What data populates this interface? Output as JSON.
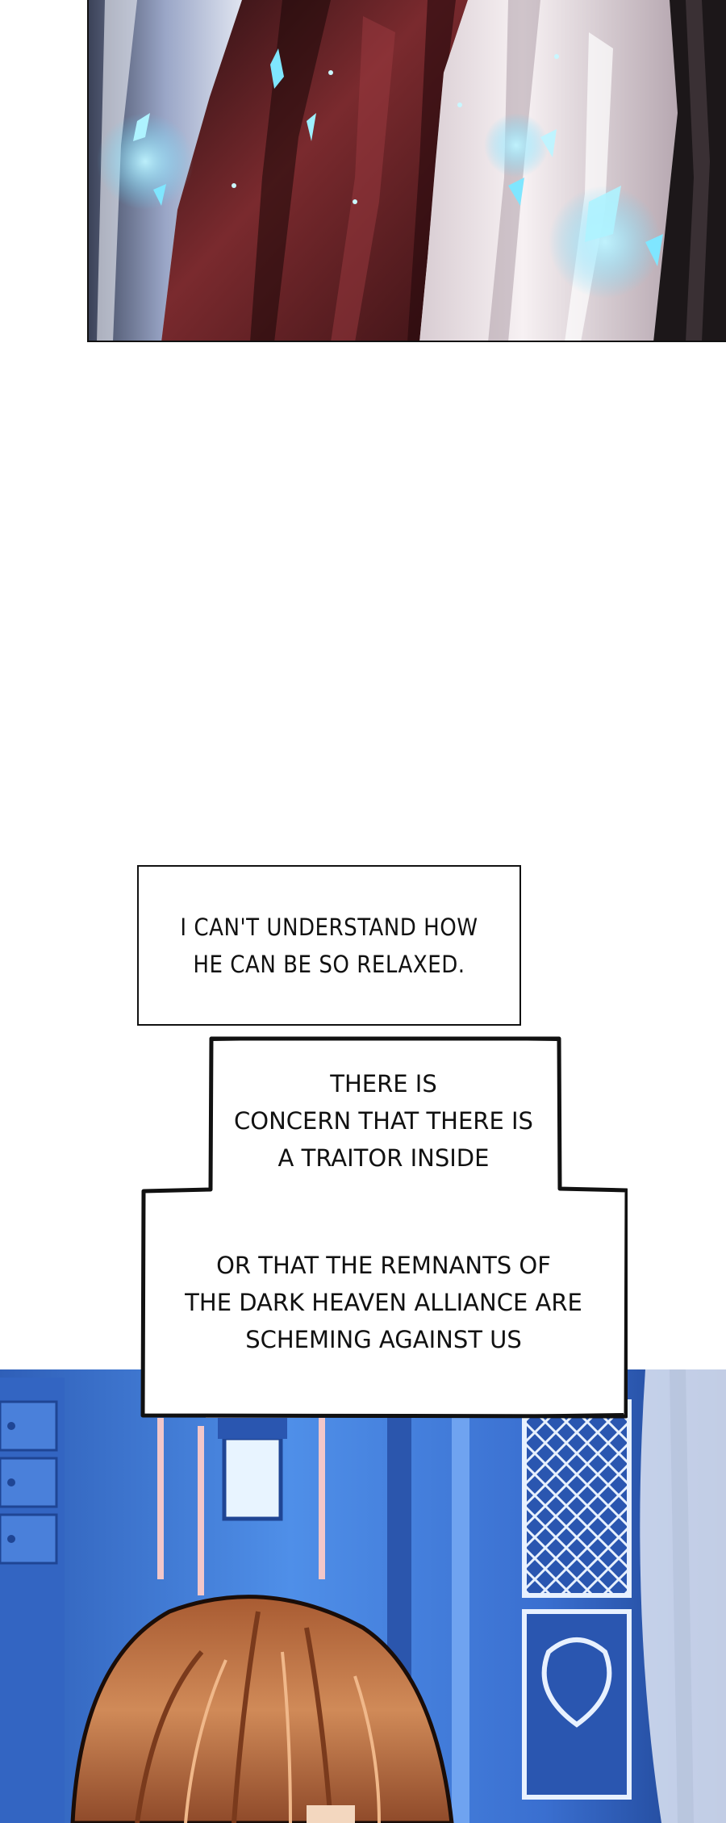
{
  "captions": {
    "caption_1": "I CAN'T UNDERSTAND HOW\nHE CAN BE SO RELAXED.",
    "caption_2": "THERE IS\nCONCERN THAT THERE IS\nA TRAITOR INSIDE",
    "caption_3": "OR THAT THE REMNANTS OF\nTHE DARK HEAVEN ALLIANCE ARE\nSCHEMING AGAINST US"
  },
  "colors": {
    "robe_red": "#7a2a2e",
    "robe_white": "#efe6e9",
    "spark_cyan": "#7fe6ff",
    "room_blue": "#2f6fd6",
    "hair_orange": "#c97a4a"
  }
}
